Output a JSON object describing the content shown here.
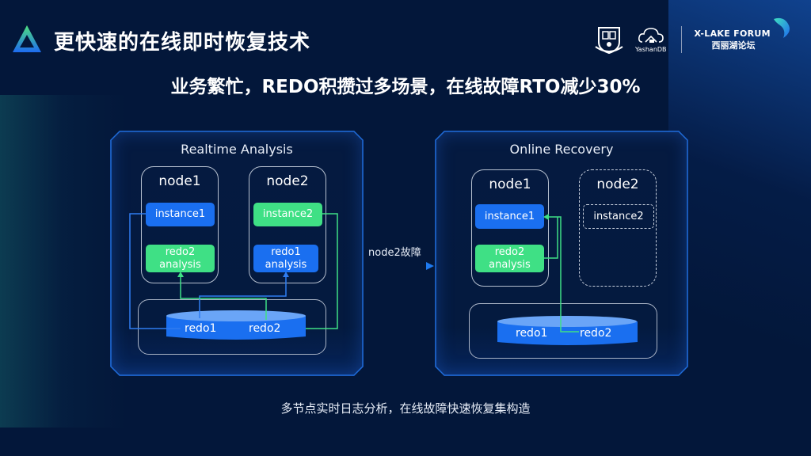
{
  "header": {
    "title": "更快速的在线即时恢复技术",
    "subtitle": "业务繁忙，REDO积攒过多场景，在线故障RTO减少30%",
    "logo_icon": "triangle-logo-icon"
  },
  "partners": {
    "yashan_label": "YashanDB",
    "forum_en": "X-LAKE FORUM",
    "forum_cn": "西丽湖论坛"
  },
  "colors": {
    "background": "#03173a",
    "panel_border": "#1f6bd8",
    "blue_box": "#1a6ff0",
    "green_box": "#3fe085",
    "blue_line": "#2f7cf0",
    "green_line": "#3fe085"
  },
  "left_panel": {
    "title": "Realtime Analysis",
    "node1": {
      "label": "node1",
      "instance": "instance1",
      "analysis_line1": "redo2",
      "analysis_line2": "analysis"
    },
    "node2": {
      "label": "node2",
      "instance": "instance2",
      "analysis_line1": "redo1",
      "analysis_line2": "analysis"
    },
    "storage": {
      "redo1": "redo1",
      "redo2": "redo2"
    }
  },
  "transition": {
    "label": "node2故障"
  },
  "right_panel": {
    "title": "Online Recovery",
    "node1": {
      "label": "node1",
      "instance": "instance1",
      "analysis_line1": "redo2",
      "analysis_line2": "analysis"
    },
    "node2": {
      "label": "node2",
      "instance": "instance2",
      "status": "failed"
    },
    "storage": {
      "redo1": "redo1",
      "redo2": "redo2"
    }
  },
  "footer": {
    "caption": "多节点实时日志分析，在线故障快速恢复集构造"
  }
}
